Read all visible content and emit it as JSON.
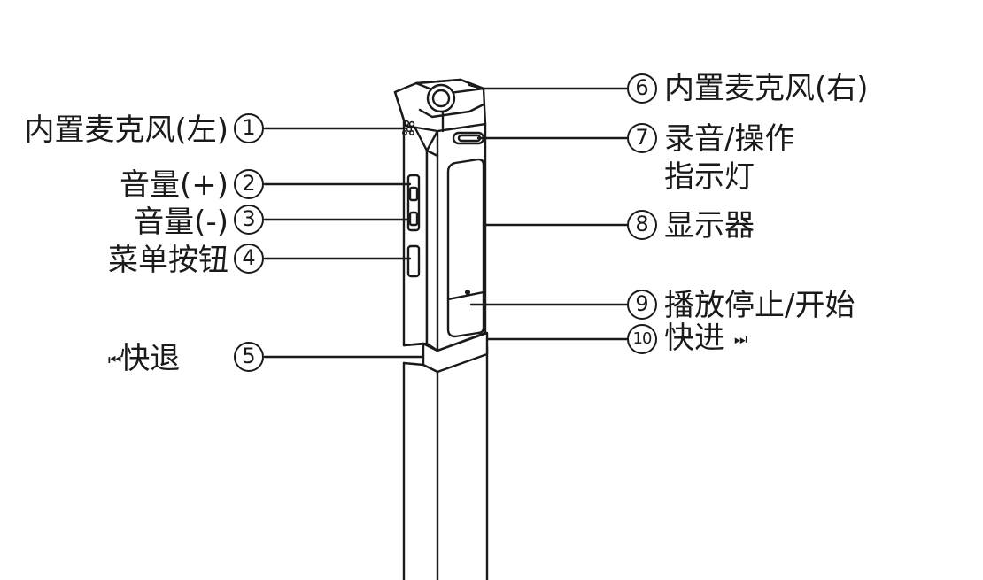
{
  "labels": {
    "l1": {
      "num": "1",
      "text": "内置麦克风(左)"
    },
    "l2": {
      "num": "2",
      "text": "音量(+)"
    },
    "l3": {
      "num": "3",
      "text": "音量(-)"
    },
    "l4": {
      "num": "4",
      "text": "菜单按钮"
    },
    "l5": {
      "num": "5",
      "text": "快退",
      "glyph": "⏮"
    },
    "l6": {
      "num": "6",
      "text": "内置麦克风(右)"
    },
    "l7": {
      "num": "7",
      "text_line1": "录音/操作",
      "text_line2": "指示灯"
    },
    "l8": {
      "num": "8",
      "text": "显示器"
    },
    "l9": {
      "num": "9",
      "text": "播放停止/开始"
    },
    "l10": {
      "num": "10",
      "text": "快进",
      "glyph": "⏭"
    }
  },
  "device": {
    "name": "voice recorder pen",
    "body_color": "#ffffff",
    "line_color": "#1a1a1a"
  }
}
